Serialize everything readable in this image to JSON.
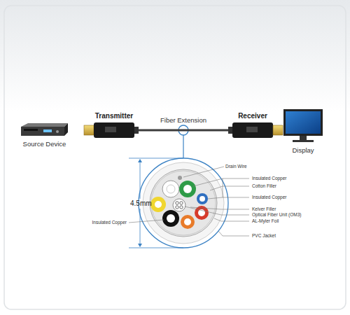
{
  "diagram": {
    "nodes": [
      {
        "text": [
          "Source Device"
        ]
      },
      {
        "text": [
          "Transmitter"
        ]
      },
      {
        "text": [
          "Receiver"
        ]
      },
      {
        "text": [
          "Display"
        ]
      }
    ],
    "edges": [
      {
        "from": 1,
        "to": 2,
        "arrow": "none",
        "label": "Fiber Extension"
      }
    ],
    "labels": [
      "4.5mm",
      "Drain Wire",
      "Insulated Copper",
      "Cotton Filler",
      "Insulated Copper",
      "Kelver Filler",
      "Optical Fiber Unit (OM3)",
      "AL-Myler Foil",
      "PVC Jacket",
      "Insulated Copper"
    ]
  }
}
